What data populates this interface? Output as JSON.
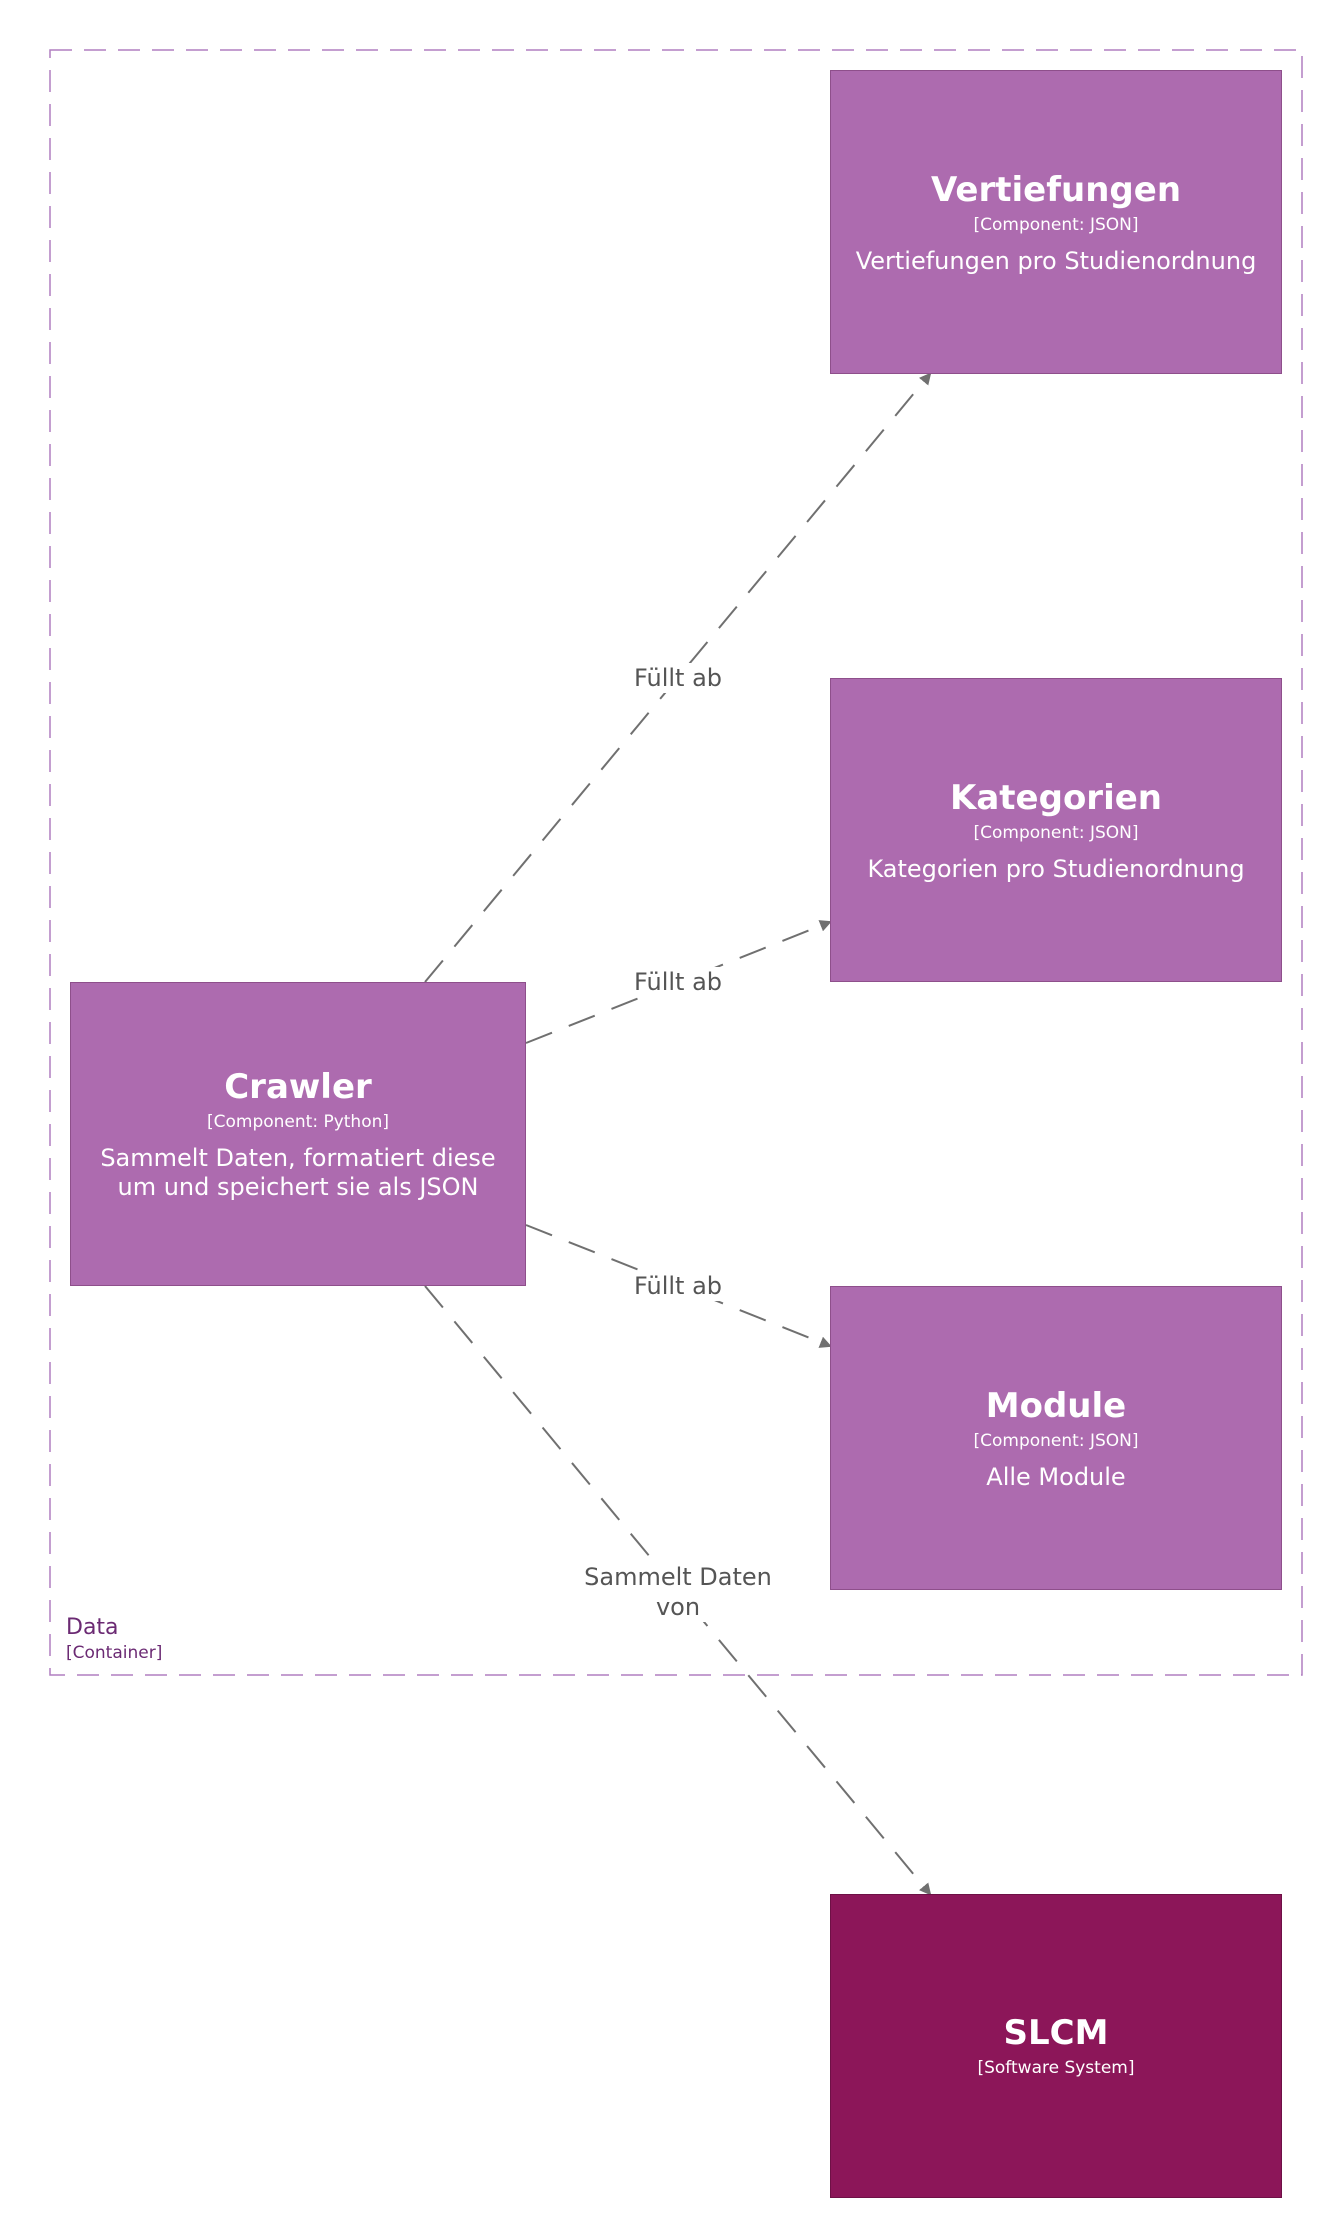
{
  "boundary": {
    "name": "Data",
    "type": "[Container]",
    "border_color": "#b07fc0"
  },
  "nodes": {
    "vertiefungen": {
      "name": "Vertiefungen",
      "tech": "[Component: JSON]",
      "description": "Vertiefungen pro Studienordnung"
    },
    "kategorien": {
      "name": "Kategorien",
      "tech": "[Component: JSON]",
      "description": "Kategorien pro Studienordnung"
    },
    "module": {
      "name": "Module",
      "tech": "[Component: JSON]",
      "description": "Alle Module"
    },
    "crawler": {
      "name": "Crawler",
      "tech": "[Component: Python]",
      "description": "Sammelt Daten, formatiert diese\num und speichert sie als JSON"
    },
    "slcm": {
      "name": "SLCM",
      "tech": "[Software System]"
    }
  },
  "edges": [
    {
      "from": "crawler",
      "to": "vertiefungen",
      "label": "Füllt ab"
    },
    {
      "from": "crawler",
      "to": "kategorien",
      "label": "Füllt ab"
    },
    {
      "from": "crawler",
      "to": "module",
      "label": "Füllt ab"
    },
    {
      "from": "crawler",
      "to": "slcm",
      "label": "Sammelt Daten\nvon"
    }
  ],
  "colors": {
    "component": "#ad6baf",
    "system": "#8c1659",
    "edge": "#707070"
  }
}
